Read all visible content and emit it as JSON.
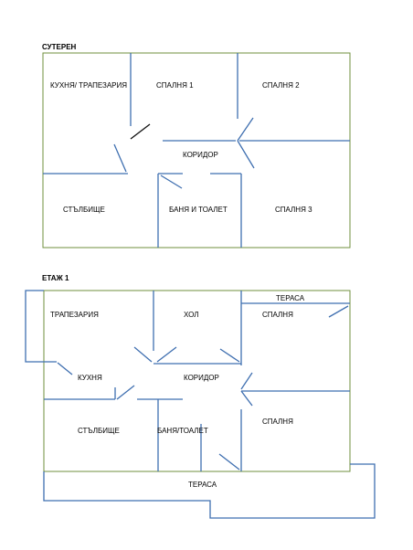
{
  "floors": [
    {
      "title": "СУТЕРЕН",
      "rooms": [
        "КУХНЯ/ ТРАПЕЗАРИЯ",
        "СПАЛНЯ 1",
        "СПАЛНЯ 2",
        "КОРИДОР",
        "СТЪЛБИЩЕ",
        "БАНЯ И ТОАЛЕТ",
        "СПАЛНЯ 3"
      ]
    },
    {
      "title": "ЕТАЖ 1",
      "rooms": [
        "ТЕРАСА",
        "ТРАПЕЗАРИЯ",
        "ХОЛ",
        "СПАЛНЯ",
        "КУХНЯ",
        "КОРИДОР",
        "СТЪЛБИЩЕ",
        "БАНЯ/ТОАЛЕТ",
        "СПАЛНЯ",
        "ТЕРАСА"
      ]
    }
  ],
  "colors": {
    "outer_wall": "#6f8f3c",
    "inner_wall": "#3f6fb0",
    "text": "#000000"
  }
}
